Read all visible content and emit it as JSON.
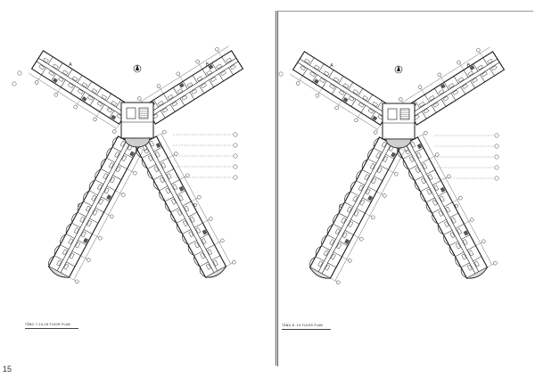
{
  "sheets": [
    {
      "id": "left",
      "title": "TẦNG 7-14-16 FLOOR PLAN",
      "wing_tags": [
        "A",
        "B",
        "C",
        "D"
      ]
    },
    {
      "id": "right",
      "title": "TẦNG 8 -15 FLOOR PLAN",
      "wing_tags": [
        "A",
        "B",
        "C",
        "D"
      ]
    }
  ],
  "page_number": "15",
  "colors": {
    "line": "#1a1a1a",
    "hatch": "#555555",
    "paper": "#ffffff"
  }
}
